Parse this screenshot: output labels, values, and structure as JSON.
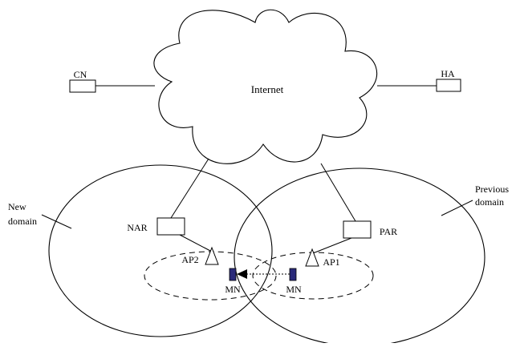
{
  "diagram": {
    "cloud_label": "Internet",
    "nodes": {
      "cn": "CN",
      "ha": "HA",
      "nar": "NAR",
      "par": "PAR",
      "ap1": "AP1",
      "ap2": "AP2",
      "mn_new": "MN",
      "mn_old": "MN"
    },
    "domains": {
      "new_line1": "New",
      "new_line2": "domain",
      "prev_line1": "Previous",
      "prev_line2": "domain"
    },
    "colors": {
      "mobile_node": "#2a2a7a",
      "line": "#000000",
      "background": "#ffffff"
    }
  }
}
